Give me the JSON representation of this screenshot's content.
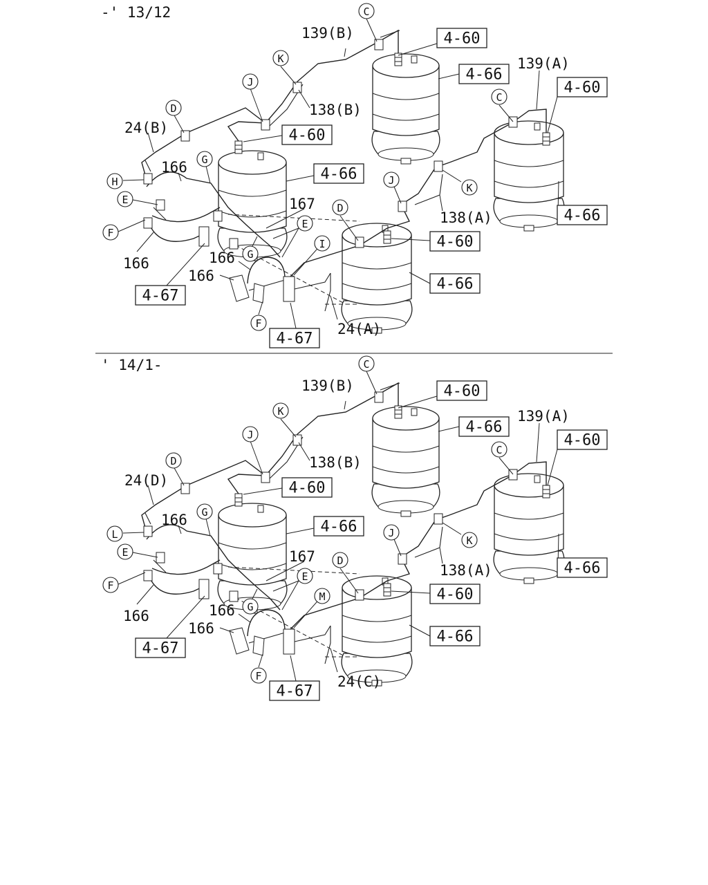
{
  "sections": [
    {
      "id": "upper",
      "header": "-' 13/12",
      "labels": {
        "l139B": "139(B)",
        "l139A": "139(A)",
        "l138B": "138(B)",
        "l138A": "138(A)",
        "l24left": "24(B)",
        "l24right": "24(A)",
        "l166a": "166",
        "l166b": "166",
        "l166c": "166",
        "l166d": "166",
        "l167": "167"
      },
      "circles": {
        "cC1": "C",
        "cK1": "K",
        "cJ1": "J",
        "cD1": "D",
        "cG1": "G",
        "cH": "H",
        "cE1": "E",
        "cF1": "F",
        "cC2": "C",
        "cK2": "K",
        "cJ2": "J",
        "cD2": "D",
        "cE2": "E",
        "cG2": "G",
        "cX": "I",
        "cF2": "F"
      },
      "boxes": {
        "b460a": "4-60",
        "b466a": "4-66",
        "b460b": "4-60",
        "b466b": "4-66",
        "b460c": "4-60",
        "b466c": "4-66",
        "b460d": "4-60",
        "b466d": "4-66",
        "b467a": "4-67",
        "b467b": "4-67"
      }
    },
    {
      "id": "lower",
      "header": "' 14/1-",
      "labels": {
        "l139B": "139(B)",
        "l139A": "139(A)",
        "l138B": "138(B)",
        "l138A": "138(A)",
        "l24left": "24(D)",
        "l24right": "24(C)",
        "l166a": "166",
        "l166b": "166",
        "l166c": "166",
        "l166d": "166",
        "l167": "167"
      },
      "circles": {
        "cC1": "C",
        "cK1": "K",
        "cJ1": "J",
        "cD1": "D",
        "cG1": "G",
        "cH": "L",
        "cE1": "E",
        "cF1": "F",
        "cC2": "C",
        "cK2": "K",
        "cJ2": "J",
        "cD2": "D",
        "cE2": "E",
        "cG2": "G",
        "cX": "M",
        "cF2": "F"
      },
      "boxes": {
        "b460a": "4-60",
        "b466a": "4-66",
        "b460b": "4-60",
        "b466b": "4-66",
        "b460c": "4-60",
        "b466c": "4-66",
        "b460d": "4-60",
        "b466d": "4-66",
        "b467a": "4-67",
        "b467b": "4-67"
      }
    }
  ]
}
